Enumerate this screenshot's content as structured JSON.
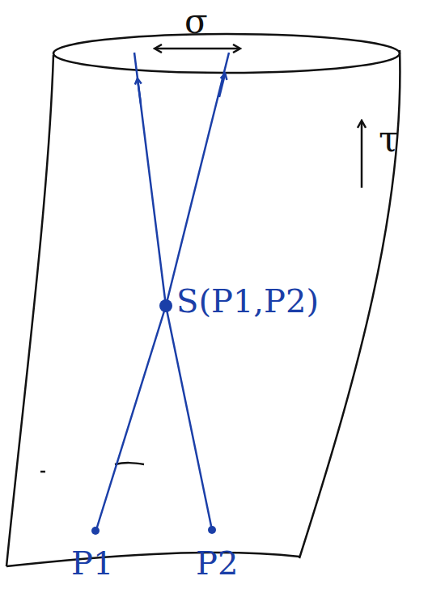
{
  "diagram": {
    "labels": [
      "σ",
      "τ",
      "S(P1,P2)",
      "P1",
      "P2"
    ]
  }
}
